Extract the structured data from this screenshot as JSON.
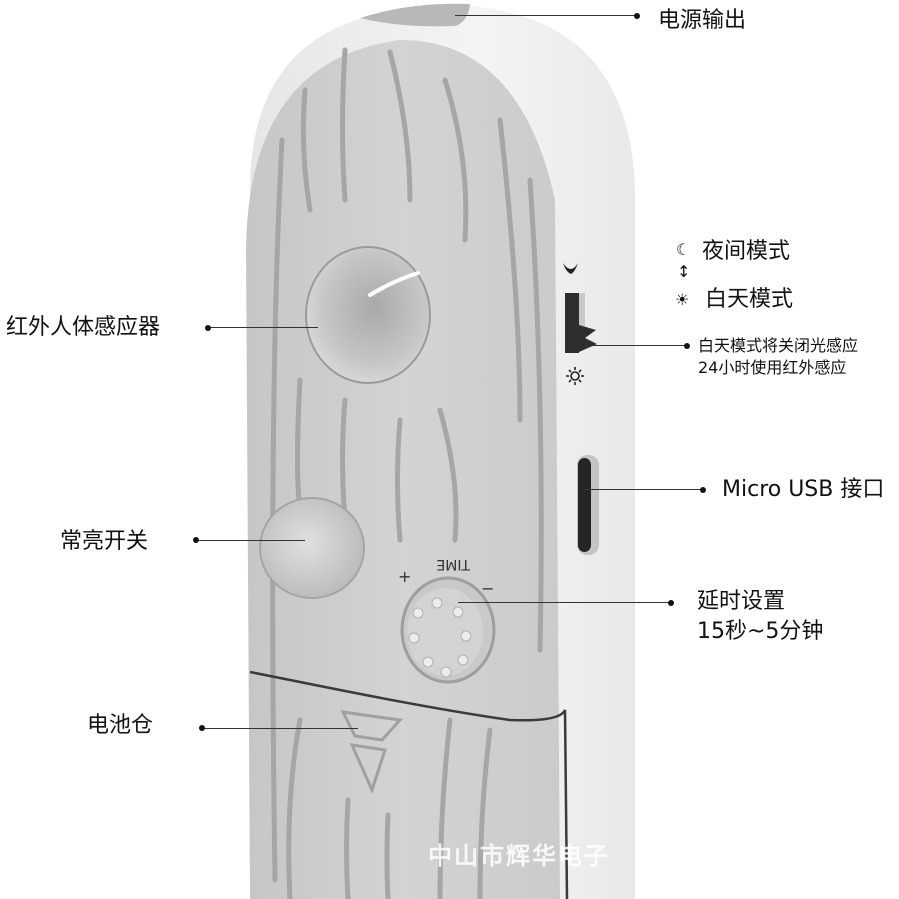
{
  "diagram": {
    "title": "PIR motion sensor light - product feature diagram",
    "device_markings": {
      "dial_label": "TIME",
      "dial_plus": "+",
      "dial_minus": "−",
      "switch_top_icon": "moon-icon",
      "switch_bottom_icon": "sun-icon"
    },
    "callouts": {
      "power_output": "电源输出",
      "night_mode": "夜间模式",
      "day_mode": "白天模式",
      "day_mode_note_line1": "白天模式将关闭光感应",
      "day_mode_note_line2": "24小时使用红外感应",
      "micro_usb": "Micro USB 接口",
      "delay_setting_line1": "延时设置",
      "delay_setting_line2": "15秒~5分钟",
      "pir_sensor": "红外人体感应器",
      "always_on_switch": "常亮开关",
      "battery_compartment": "电池仓"
    },
    "legend_icons": {
      "night": "☾",
      "arrow": "↕",
      "day": "☀"
    },
    "watermark": "中山市辉华电子"
  },
  "colors": {
    "background": "#ffffff",
    "device_body": "#f0f0f0",
    "device_face": "#cfcfd1",
    "groove": "#a9a9ac",
    "switch_dark": "#2e2e2e",
    "leader_line": "#333333",
    "text": "#111111"
  }
}
